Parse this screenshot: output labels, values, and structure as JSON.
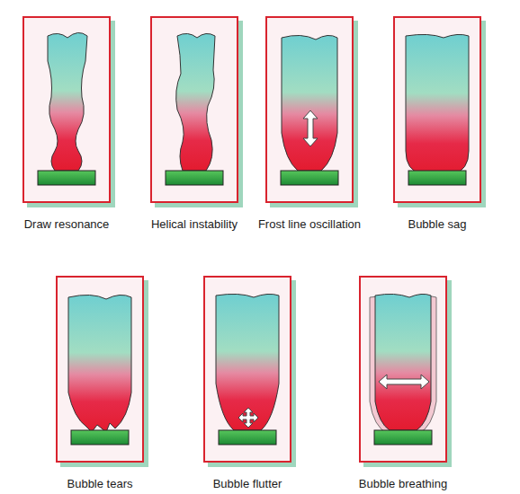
{
  "diagram": {
    "nodes": [
      {
        "text": [
          "Draw resonance"
        ]
      },
      {
        "text": [
          "Helical instability"
        ]
      },
      {
        "text": [
          "Frost line oscillation"
        ]
      },
      {
        "text": [
          "Bubble sag"
        ]
      },
      {
        "text": [
          "Bubble tears"
        ]
      },
      {
        "text": [
          "Bubble flutter"
        ]
      },
      {
        "text": [
          "Bubble breathing"
        ]
      }
    ]
  }
}
